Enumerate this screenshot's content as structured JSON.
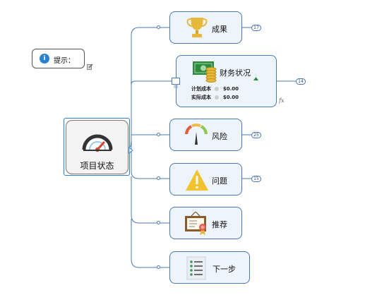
{
  "hint": {
    "label": "提示："
  },
  "central": {
    "label": "项目状态"
  },
  "branches": {
    "achievement": {
      "label": "成果",
      "badge": "17"
    },
    "finance": {
      "label": "财务状况",
      "badge": "14",
      "rows": [
        {
          "name": "计划成本",
          "value": "$0.00"
        },
        {
          "name": "实际成本",
          "value": "$0.00"
        }
      ]
    },
    "risk": {
      "label": "风险",
      "badge": "25"
    },
    "issue": {
      "label": "问题",
      "badge": "15"
    },
    "recommend": {
      "label": "推荐"
    },
    "nextstep": {
      "label": "下一步"
    }
  },
  "fx_label": "fx",
  "colors": {
    "line": "#4a78b0",
    "node_fill": "#eef4fb"
  }
}
